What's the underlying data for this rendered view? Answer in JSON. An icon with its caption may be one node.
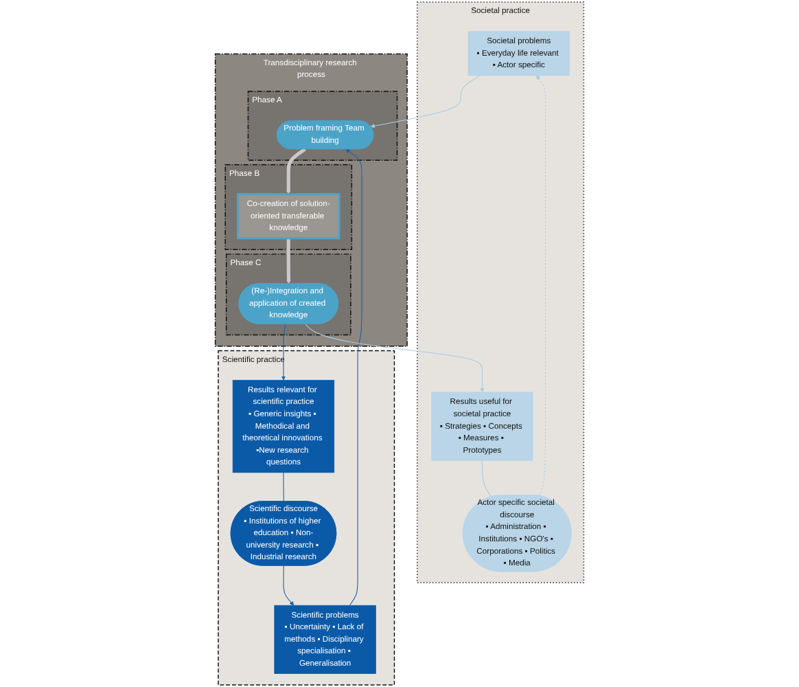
{
  "diagram": {
    "nodes": [
      {
        "text": [
          "Societal practice"
        ]
      },
      {
        "text": [
          "Societal problems",
          "▪ Everyday life relevant ▪ Actor specific"
        ],
        "in": 0
      },
      {
        "text": [
          "Actor specific societal discourse",
          "▪ Administration ▪ Institutions ▪ NGO's ▪ Corporations ▪ Politics ▪ Media"
        ],
        "in": 0
      },
      {
        "text": [
          "Results useful for societal practice",
          "▪ Strategies ▪ Concepts ▪ Measures ▪ Prototypes"
        ],
        "in": 0
      },
      {
        "text": [
          "Transdisciplinary research process"
        ]
      },
      {
        "text": [
          "Phase A"
        ],
        "in": 4
      },
      {
        "text": [
          "Problem framing Team building"
        ],
        "in": 5
      },
      {
        "text": [
          "Phase B"
        ],
        "in": 4
      },
      {
        "text": [
          "Co-creation of solution-oriented transferable knowledge"
        ],
        "in": 7
      },
      {
        "text": [
          "Phase C"
        ],
        "in": 4
      },
      {
        "text": [
          "(Re-)Integration and application of created knowledge"
        ],
        "in": 9
      },
      {
        "text": [
          "Scientific practice"
        ]
      },
      {
        "text": [
          "Scientific problems",
          "▪ Uncertainty ▪ Lack of methods ▪ Disciplinary specialisation ▪ Generalisation"
        ],
        "in": 11
      },
      {
        "text": [
          "Scientific discourse",
          "▪ Institutions of higher education ▪ Non-university research ▪ Industrial research"
        ],
        "in": 11
      },
      {
        "text": [
          "Results relevant for scientific practice",
          "▪ Generic insights ▪ Methodical and theoretical innovations ▪New research questions"
        ],
        "in": 11
      }
    ],
    "edges": [
      {
        "from": 1,
        "to": 6,
        "arrow": "to",
        "color": "#a9cde0"
      },
      {
        "from": 12,
        "to": 6,
        "arrow": "to",
        "color": "#1f5fa8"
      },
      {
        "from": 6,
        "to": 8,
        "arrow": "to",
        "style": "thick",
        "color": "#c9c9c9"
      },
      {
        "from": 8,
        "to": 10,
        "arrow": "to",
        "style": "thick",
        "color": "#c9c9c9"
      },
      {
        "from": 10,
        "to": 3,
        "arrow": "to",
        "color": "#a9cde0"
      },
      {
        "from": 10,
        "to": 14,
        "arrow": "to",
        "color": "#1f5fa8"
      },
      {
        "from": 3,
        "to": 2,
        "arrow": "none",
        "color": "#a9cde0"
      },
      {
        "from": 2,
        "to": 1,
        "arrow": "to",
        "style": "dashed",
        "color": "#a9cde0"
      },
      {
        "from": 14,
        "to": 13,
        "arrow": "none",
        "color": "#1f5fa8"
      },
      {
        "from": 13,
        "to": 12,
        "arrow": "to",
        "color": "#1f5fa8"
      }
    ]
  }
}
